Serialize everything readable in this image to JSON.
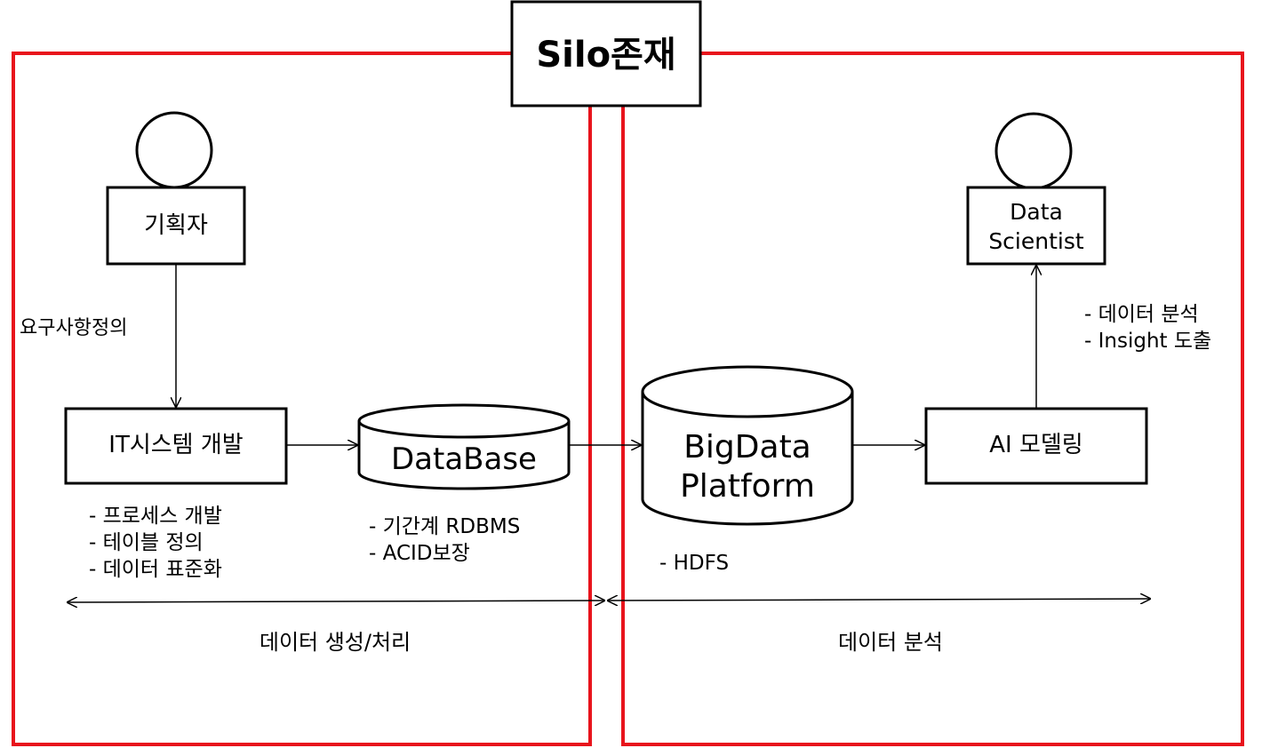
{
  "title": "Silo존재",
  "actors": {
    "planner": "기획자",
    "data_scientist_line1": "Data",
    "data_scientist_line2": "Scientist"
  },
  "flow_label": "요구사항정의",
  "process": {
    "it_system": "IT시스템 개발",
    "database": "DataBase",
    "bigdata_line1": "BigData",
    "bigdata_line2": "Platform",
    "ai_modeling": "AI 모델링"
  },
  "notes": {
    "it_system": [
      "-   프로세스 개발",
      "-   테이블 정의",
      "-   데이터 표준화"
    ],
    "database": [
      "-   기간계 RDBMS",
      "-   ACID보장"
    ],
    "bigdata": [
      "-   HDFS"
    ],
    "data_scientist": [
      "-   데이터 분석",
      "-   Insight 도출"
    ]
  },
  "zones": {
    "left": "데이터 생성/처리",
    "right": "데이터 분석"
  },
  "colors": {
    "silo_border": "#e8141c",
    "stroke": "#000000"
  }
}
